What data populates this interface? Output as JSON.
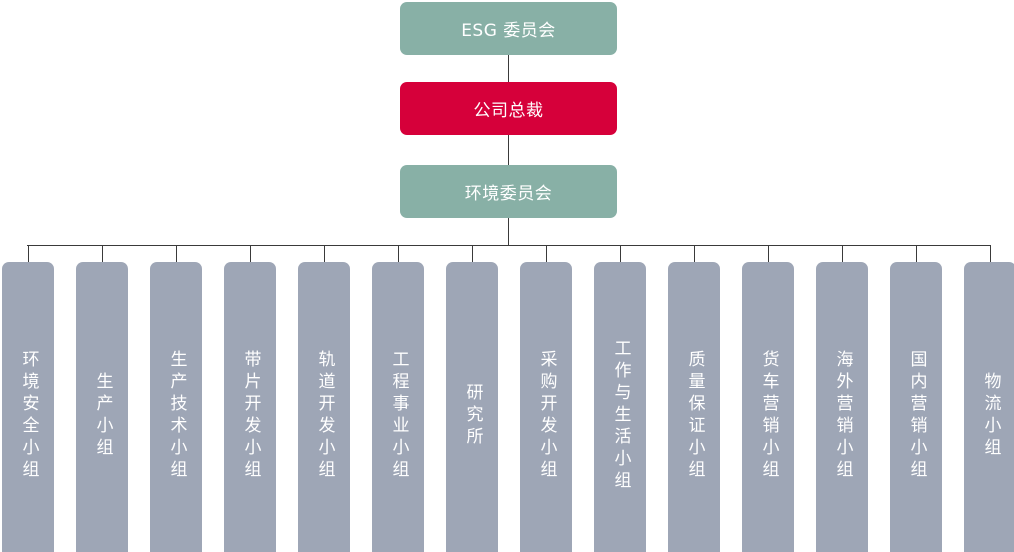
{
  "top": {
    "esg": "ESG 委员会",
    "ceo": "公司总裁",
    "env": "环境委员会"
  },
  "groups": [
    "环境安全小组",
    "生产小组",
    "生产技术小组",
    "带片开发小组",
    "轨道开发小组",
    "工程事业小组",
    "研究所",
    "采购开发小组",
    "工作与生活小组",
    "质量保证小组",
    "货车营销小组",
    "海外营销小组",
    "国内营销小组",
    "物流小组"
  ],
  "colors": {
    "green": "#88b0a6",
    "red": "#d6003a",
    "group": "#9ea6b6",
    "line": "#3a3a3a"
  }
}
